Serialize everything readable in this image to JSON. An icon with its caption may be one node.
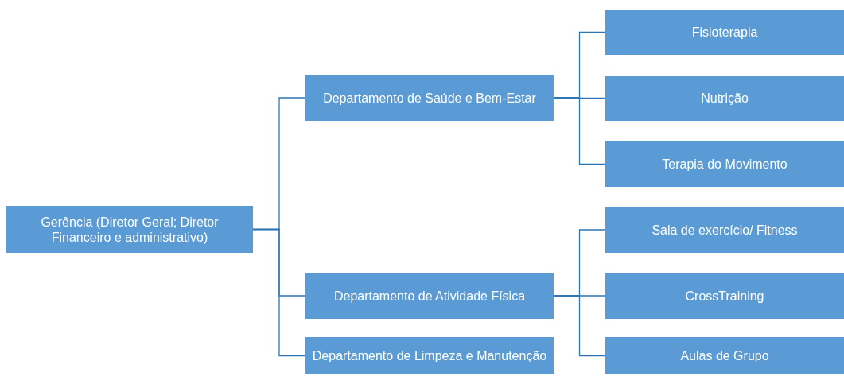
{
  "diagram": {
    "nodes": [
      {
        "text": [
          "Gerência (Diretor Geral; Diretor Financeiro e administrativo)"
        ]
      },
      {
        "text": [
          "Departamento de Saúde e Bem-Estar"
        ]
      },
      {
        "text": [
          "Departamento de Atividade Física"
        ]
      },
      {
        "text": [
          "Departamento de Limpeza e Manutenção"
        ]
      },
      {
        "text": [
          "Fisioterapia"
        ]
      },
      {
        "text": [
          "Nutrição"
        ]
      },
      {
        "text": [
          "Terapia do Movimento"
        ]
      },
      {
        "text": [
          "Sala de exercício/ Fitness"
        ]
      },
      {
        "text": [
          "CrossTraining"
        ]
      },
      {
        "text": [
          "Aulas de Grupo"
        ]
      }
    ],
    "edges": [
      {
        "from": 0,
        "to": 1,
        "arrow": "none"
      },
      {
        "from": 0,
        "to": 2,
        "arrow": "none"
      },
      {
        "from": 0,
        "to": 3,
        "arrow": "none"
      },
      {
        "from": 1,
        "to": 4,
        "arrow": "none"
      },
      {
        "from": 1,
        "to": 5,
        "arrow": "none"
      },
      {
        "from": 1,
        "to": 6,
        "arrow": "none"
      },
      {
        "from": 2,
        "to": 7,
        "arrow": "none"
      },
      {
        "from": 2,
        "to": 8,
        "arrow": "none"
      },
      {
        "from": 2,
        "to": 9,
        "arrow": "none"
      }
    ]
  }
}
